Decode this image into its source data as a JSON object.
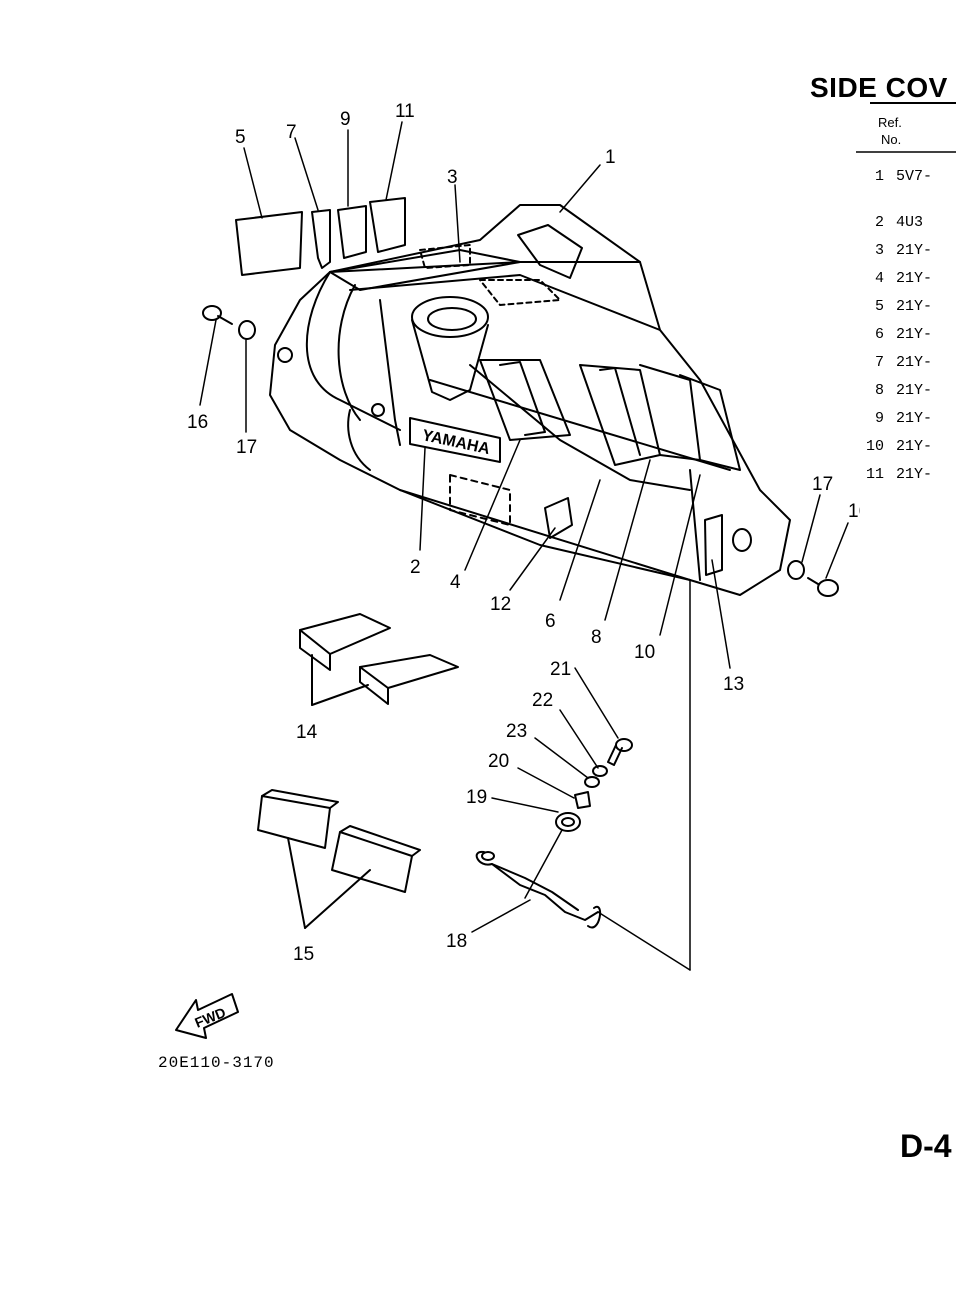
{
  "title": "SIDE COV",
  "table_header": {
    "ref": "Ref.",
    "no": "No."
  },
  "parts": [
    {
      "no": "1",
      "code": "5V7-"
    },
    {
      "no": "2",
      "code": "4U3"
    },
    {
      "no": "3",
      "code": "21Y-"
    },
    {
      "no": "4",
      "code": "21Y-"
    },
    {
      "no": "5",
      "code": "21Y-"
    },
    {
      "no": "6",
      "code": "21Y-"
    },
    {
      "no": "7",
      "code": "21Y-"
    },
    {
      "no": "8",
      "code": "21Y-"
    },
    {
      "no": "9",
      "code": "21Y-"
    },
    {
      "no": "10",
      "code": "21Y-"
    },
    {
      "no": "11",
      "code": "21Y-"
    }
  ],
  "callouts": [
    "1",
    "2",
    "3",
    "4",
    "5",
    "6",
    "7",
    "8",
    "9",
    "10",
    "11",
    "12",
    "13",
    "14",
    "15",
    "16",
    "17",
    "18",
    "19",
    "20",
    "21",
    "22",
    "23"
  ],
  "logo_text": "YAMAHA",
  "fwd_label": "FWD",
  "diagram_code": "20E110-3170",
  "page_id": "D-4"
}
